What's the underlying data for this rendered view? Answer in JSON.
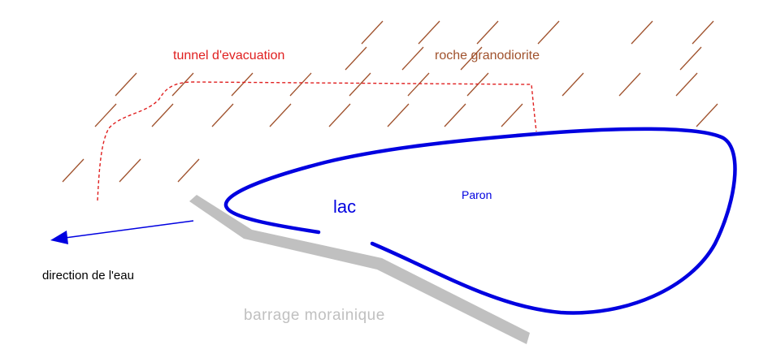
{
  "labels": {
    "tunnel": "tunnel  d'evacuation",
    "roche": "roche granodiorite",
    "lac": "lac",
    "paron": "Paron",
    "direction": "direction de l'eau",
    "barrage": "barrage morainique"
  },
  "colors": {
    "tunnel": "#e02020",
    "rock_hatch": "#a0522d",
    "lake": "#0000e0",
    "flow_arrow": "#0000e0",
    "moraine": "#c0c0c0",
    "text_dark": "#000000"
  }
}
